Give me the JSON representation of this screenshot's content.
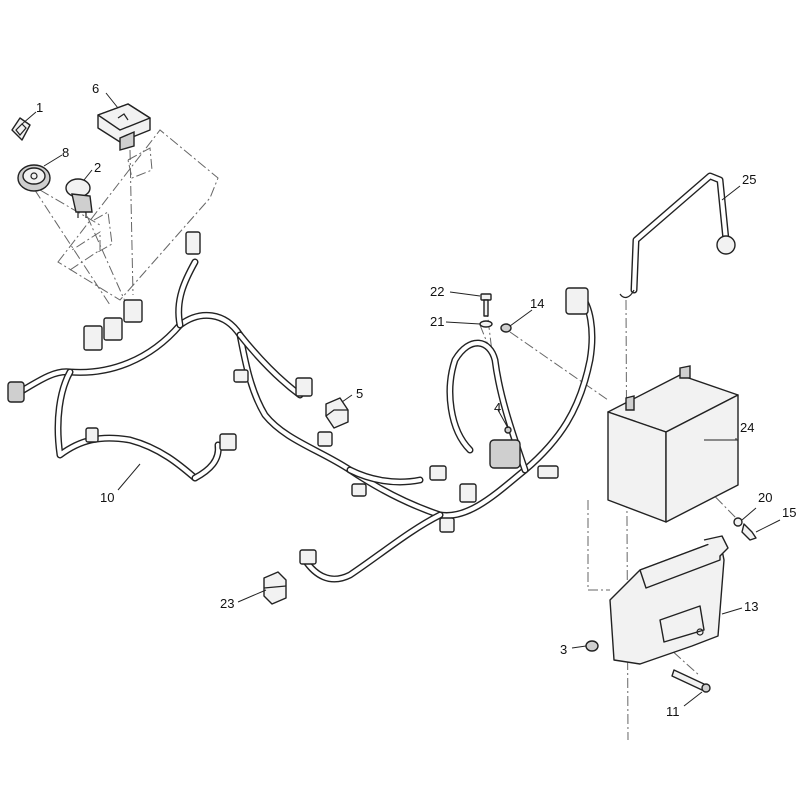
{
  "diagram": {
    "callouts": [
      {
        "id": "c1",
        "text": "1"
      },
      {
        "id": "c2",
        "text": "2"
      },
      {
        "id": "c3",
        "text": "3"
      },
      {
        "id": "c4",
        "text": "4"
      },
      {
        "id": "c5",
        "text": "5"
      },
      {
        "id": "c6",
        "text": "6"
      },
      {
        "id": "c8",
        "text": "8"
      },
      {
        "id": "c10",
        "text": "10"
      },
      {
        "id": "c11",
        "text": "11"
      },
      {
        "id": "c13",
        "text": "13"
      },
      {
        "id": "c14",
        "text": "14"
      },
      {
        "id": "c15",
        "text": "15"
      },
      {
        "id": "c20",
        "text": "20"
      },
      {
        "id": "c21",
        "text": "21"
      },
      {
        "id": "c22",
        "text": "22"
      },
      {
        "id": "c23",
        "text": "23"
      },
      {
        "id": "c24",
        "text": "24"
      },
      {
        "id": "c25",
        "text": "25"
      }
    ]
  }
}
